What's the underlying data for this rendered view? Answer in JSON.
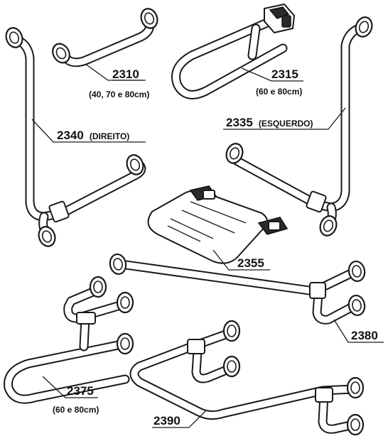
{
  "items": [
    {
      "code": "2310",
      "size": "(40, 70 e 80cm)"
    },
    {
      "code": "2315",
      "size": "(60 e 80cm)"
    },
    {
      "code": "2340",
      "side": "(DIREITO)"
    },
    {
      "code": "2335",
      "side": "(ESQUERDO)"
    },
    {
      "code": "2355"
    },
    {
      "code": "2380"
    },
    {
      "code": "2375",
      "size": "(60 e 80cm)"
    },
    {
      "code": "2390"
    }
  ]
}
